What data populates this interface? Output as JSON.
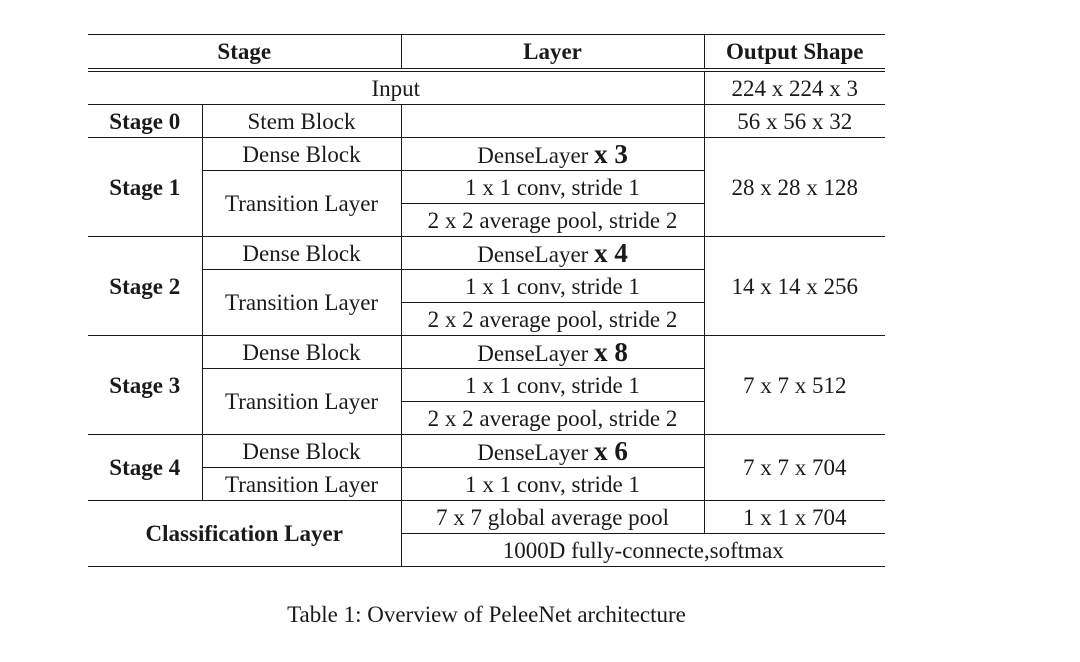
{
  "table": {
    "headers": [
      "Stage",
      "Layer",
      "Output Shape"
    ],
    "input": {
      "label": "Input",
      "shape": "224 x 224 x 3"
    },
    "stage0": {
      "stage": "Stage 0",
      "layer": "Stem Block",
      "shape": "56 x 56 x 32"
    },
    "stage1": {
      "stage": "Stage 1",
      "dense_block": "Dense Block",
      "dense_layer": "DenseLayer",
      "dense_mult": "x 3",
      "transition": "Transition Layer",
      "conv": "1 x 1 conv, stride 1",
      "pool": "2 x 2 average pool, stride 2",
      "shape": "28 x 28 x 128"
    },
    "stage2": {
      "stage": "Stage 2",
      "dense_block": "Dense Block",
      "dense_layer": "DenseLayer",
      "dense_mult": "x 4",
      "transition": "Transition Layer",
      "conv": "1 x 1 conv, stride 1",
      "pool": "2 x 2 average pool, stride 2",
      "shape": "14 x 14 x 256"
    },
    "stage3": {
      "stage": "Stage 3",
      "dense_block": "Dense Block",
      "dense_layer": "DenseLayer",
      "dense_mult": "x 8",
      "transition": "Transition Layer",
      "conv": "1 x 1 conv, stride 1",
      "pool": "2 x 2 average pool, stride 2",
      "shape": "7 x 7 x 512"
    },
    "stage4": {
      "stage": "Stage 4",
      "dense_block": "Dense Block",
      "dense_layer": "DenseLayer",
      "dense_mult": "x 6",
      "transition": "Transition Layer",
      "conv": "1 x 1 conv, stride 1",
      "shape": "7 x 7 x 704"
    },
    "classification": {
      "stage": "Classification Layer",
      "pool": "7 x 7 global average pool",
      "pool_shape": "1 x 1 x 704",
      "fc": "1000D fully-connecte,softmax"
    }
  },
  "caption": "Table 1: Overview of PeleeNet architecture"
}
